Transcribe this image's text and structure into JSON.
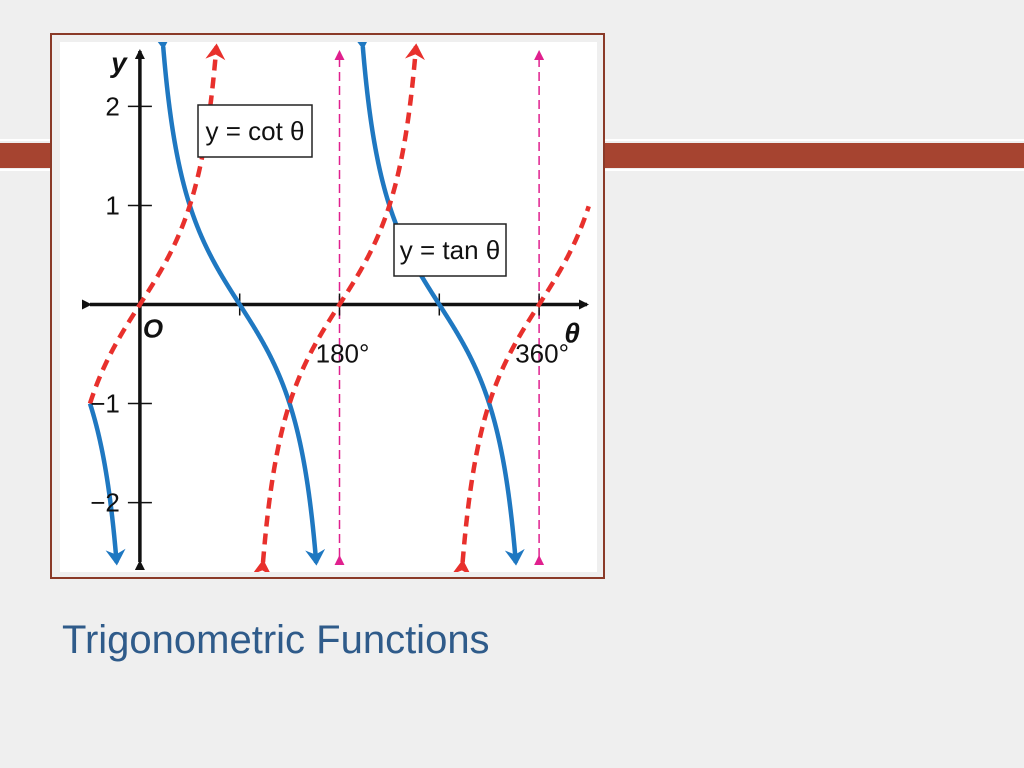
{
  "slide": {
    "caption": "Trigonometric Functions",
    "accent_color": "#a64430",
    "title_color": "#2f5b8a"
  },
  "chart_data": {
    "type": "line",
    "xlabel": "θ",
    "ylabel": "y",
    "origin_label": "O",
    "x_unit": "degrees",
    "xlim": [
      -45,
      405
    ],
    "ylim": [
      -2.6,
      2.6
    ],
    "x_tick_values": [
      90,
      180,
      270,
      360
    ],
    "x_tick_labels": [
      {
        "x": 180,
        "label": "180°"
      },
      {
        "x": 360,
        "label": "360°"
      }
    ],
    "y_ticks": [
      {
        "y": 2,
        "label": "2"
      },
      {
        "y": 1,
        "label": "1"
      },
      {
        "y": -1,
        "label": "−1"
      },
      {
        "y": -2,
        "label": "−2"
      }
    ],
    "asymptotes_x": [
      180,
      360
    ],
    "series": [
      {
        "name": "y = cot θ",
        "function": "cot",
        "color": "#1f78c1",
        "style": "solid"
      },
      {
        "name": "y = tan θ",
        "function": "tan",
        "color": "#e8302c",
        "style": "dashed"
      }
    ],
    "asymptote_color": "#e0208e",
    "grid": false
  }
}
